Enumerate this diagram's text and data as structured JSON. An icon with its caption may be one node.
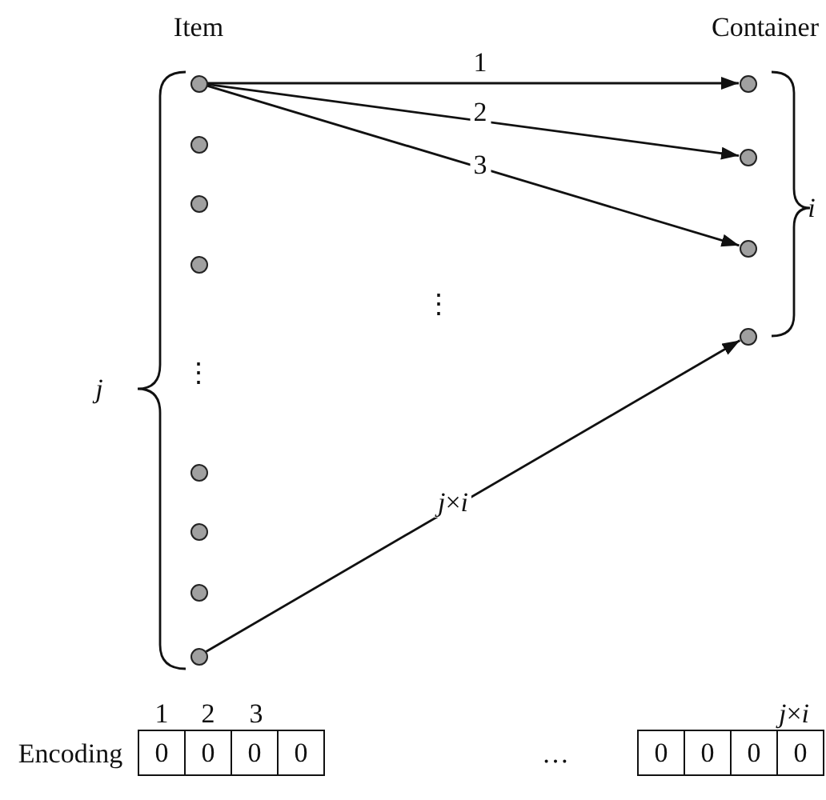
{
  "diagram": {
    "nodes": [
      {
        "text": [],
        "shape": "circle"
      },
      {
        "text": [],
        "shape": "circle"
      },
      {
        "text": [],
        "shape": "circle"
      },
      {
        "text": [],
        "shape": "circle"
      },
      {
        "text": [],
        "shape": "circle"
      },
      {
        "text": [],
        "shape": "circle"
      },
      {
        "text": [],
        "shape": "circle"
      },
      {
        "text": [],
        "shape": "circle"
      },
      {
        "text": [],
        "shape": "circle"
      },
      {
        "text": [],
        "shape": "circle"
      },
      {
        "text": [],
        "shape": "circle"
      },
      {
        "text": [],
        "shape": "circle"
      }
    ],
    "edges": [
      {
        "from": 0,
        "to": 8,
        "arrow": "to",
        "label": "1"
      },
      {
        "from": 0,
        "to": 9,
        "arrow": "to",
        "label": "2"
      },
      {
        "from": 0,
        "to": 10,
        "arrow": "to",
        "label": "3"
      },
      {
        "from": 7,
        "to": 11,
        "arrow": "to",
        "label": "*j*×*i*"
      }
    ],
    "labels": [
      "Item",
      "Container",
      "⋮",
      "i",
      "j",
      "⋮",
      "1",
      "2",
      "3",
      "*j*×*i*",
      "Encoding",
      "0",
      "0",
      "0",
      "0",
      "…",
      "0",
      "0",
      "0",
      "0"
    ]
  }
}
